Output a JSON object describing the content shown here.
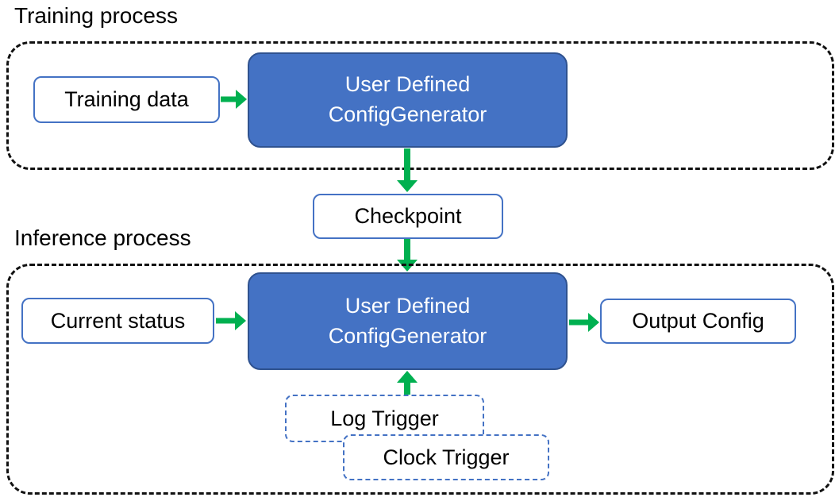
{
  "colors": {
    "node_fill": "#4472C4",
    "node_border": "#2F528F",
    "box_border": "#4472C4",
    "arrow": "#00B050",
    "container_border": "#111111",
    "text": "#000000",
    "text_on_fill": "#FFFFFF"
  },
  "training": {
    "title": "Training process",
    "training_data": "Training data",
    "generator_line1": "User Defined",
    "generator_line2": "ConfigGenerator"
  },
  "checkpoint": "Checkpoint",
  "inference": {
    "title": "Inference process",
    "current_status": "Current status",
    "generator_line1": "User Defined",
    "generator_line2": "ConfigGenerator",
    "output_config": "Output Config",
    "log_trigger": "Log Trigger",
    "clock_trigger": "Clock Trigger"
  }
}
